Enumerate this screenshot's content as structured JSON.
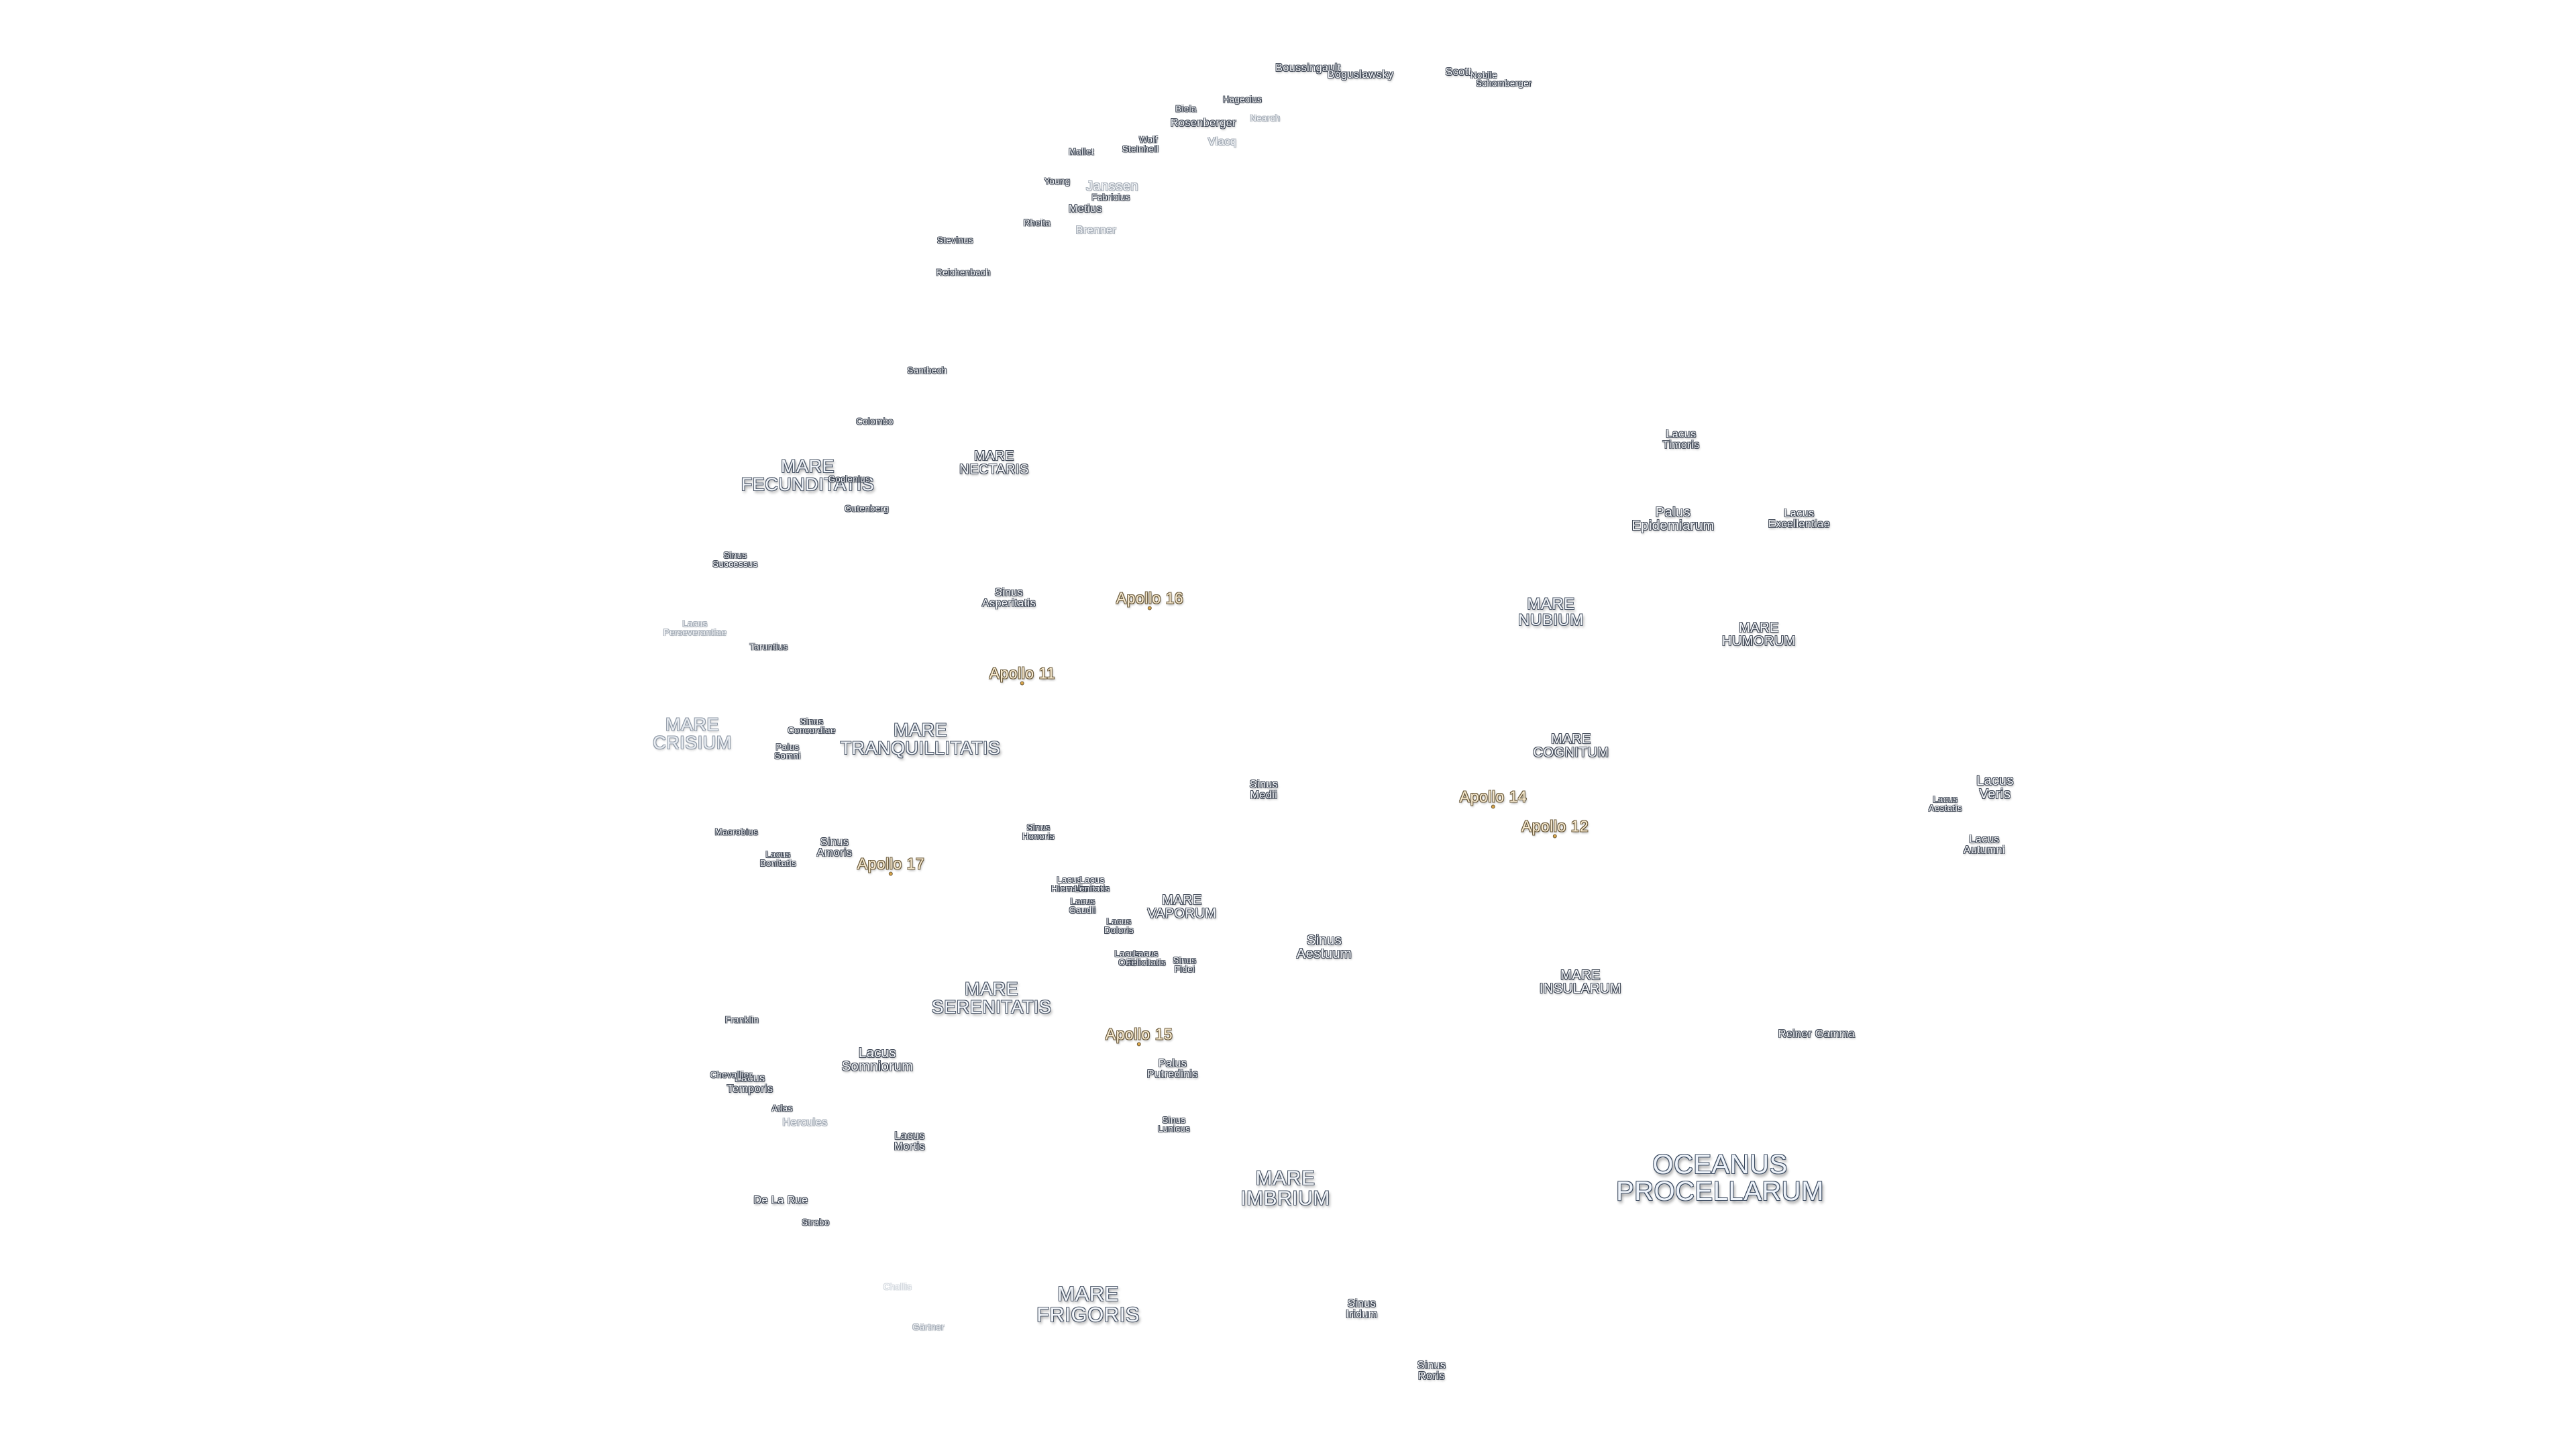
{
  "colors": {
    "background": "#ffffff",
    "label_fill": "#f4f7fb",
    "label_outline": "#3f4755",
    "apollo_fill": "#f9ecd2",
    "apollo_outline": "#6a5a3c",
    "apollo_marker": "#d9a54a"
  },
  "maria": {
    "oceanus_procellarum": "OCEANUS\nPROCELLARUM",
    "mare_imbrium": "MARE\nIMBRIUM",
    "mare_frigoris": "MARE\nFRIGORIS",
    "mare_serenitatis": "MARE\nSERENITATIS",
    "mare_tranquillitatis": "MARE\nTRANQUILLITATIS",
    "mare_crisium": "MARE\nCRISIUM",
    "mare_fecunditatis": "MARE\nFECUNDITATIS",
    "mare_nectaris": "MARE\nNECTARIS",
    "mare_nubium": "MARE\nNUBIUM",
    "mare_humorum": "MARE\nHUMORUM",
    "mare_cognitum": "MARE\nCOGNITUM",
    "mare_insularum": "MARE\nINSULARUM",
    "mare_vaporum": "MARE\nVAPORUM"
  },
  "apollo": {
    "a11": "Apollo 11",
    "a12": "Apollo 12",
    "a14": "Apollo 14",
    "a15": "Apollo 15",
    "a16": "Apollo 16",
    "a17": "Apollo 17"
  },
  "features": {
    "lacus_timoris": "Lacus\nTimoris",
    "palus_epidemiarum": "Palus\nEpidemiarum",
    "lacus_excellentiae": "Lacus\nExcellentiae",
    "lacus_veris": "Lacus\nVeris",
    "lacus_autumni": "Lacus\nAutumni",
    "lacus_aestatis": "Lacus\nAestatis",
    "sinus_medii": "Sinus\nMedii",
    "sinus_aestuum": "Sinus\nAestuum",
    "sinus_iridum": "Sinus\nIridum",
    "sinus_roris": "Sinus\nRoris",
    "palus_putredinis": "Palus\nPutredinis",
    "sinus_lunicus": "Sinus\nLunicus",
    "lacus_somniorum": "Lacus\nSomniorum",
    "lacus_mortis": "Lacus\nMortis",
    "lacus_temporis": "Lacus\nTemporis",
    "sinus_asperitatis": "Sinus\nAsperitatis",
    "sinus_concordiae": "Sinus\nConcordiae",
    "palus_somni": "Palus\nSomni",
    "sinus_amoris": "Sinus\nAmoris",
    "lacus_bonitatis": "Lacus\nBonitatis",
    "sinus_honoris": "Sinus\nHonoris",
    "sinus_successus": "Sinus\nSuccessus",
    "lacus_perseverantiae": "Lacus\nPerseverantiae",
    "lacus_hiemalis": "Lacus\nHiemalis",
    "lacus_lenitatis": "Lacus\nLenitatis",
    "lacus_gaudii": "Lacus\nGaudii",
    "lacus_doloris": "Lacus\nDoloris",
    "lacus_odii": "Lacus\nOdii",
    "lacus_felicitatis": "Lacus\nFelicitatis",
    "sinus_fidei": "Sinus\nFidei"
  },
  "craters": {
    "reiner_gamma": "Reiner Gamma",
    "boussingault": "Boussingault",
    "bogulawsky": "Boguslawsky",
    "scott": "Scott",
    "nobile": "Nobile",
    "schomberger": "Schomberger",
    "hagecius": "Hagecius",
    "biela": "Biela",
    "rosenberger": "Rosenberger",
    "nearch": "Nearch",
    "vlacq": "Vlacq",
    "mallet": "Mallet",
    "wolf": "Wolf",
    "steinheil": "Steinheil",
    "young": "Young",
    "janssen": "Janssen",
    "fabricius": "Fabricius",
    "metius": "Metius",
    "rheita": "Rheita",
    "brenner": "Brenner",
    "stevinus": "Stevinus",
    "reichenbach": "Reichenbach",
    "santbech": "Santbech",
    "colombo": "Colombo",
    "goclenius": "Goclenius",
    "gutenberg": "Gutenberg",
    "taruntius": "Taruntius",
    "macrobius": "Macrobius",
    "franklin": "Franklin",
    "chevallier": "Chevallier",
    "atlas": "Atlas",
    "hercules": "Hercules",
    "de_la_rue": "De La Rue",
    "strabo": "Strabo",
    "challis": "Challis",
    "gartner": "Gärtner"
  }
}
